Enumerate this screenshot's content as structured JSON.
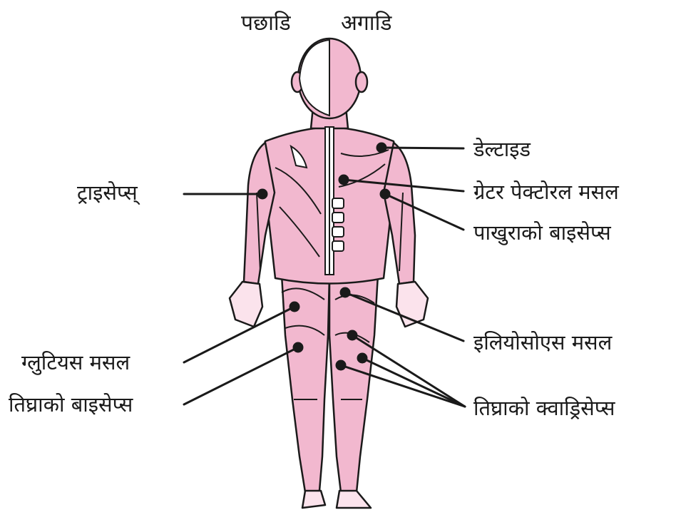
{
  "headers": {
    "back": "पछाडि",
    "front": "अगाडि"
  },
  "labels": {
    "deltoid": "डेल्टाइड",
    "pectoralis": "ग्रेटर पेक्टोरल मसल",
    "biceps_arm": "पाखुराको बाइसेप्स",
    "triceps": "ट्राइसेप्स्",
    "iliopsoas": "इलियोसोएस मसल",
    "gluteus": "ग्लुटियस मसल",
    "hamstring": "तिघ्राको बाइसेप्स",
    "quadriceps": "तिघ्राको क्वाड्रिसेप्स"
  },
  "colors": {
    "muscle": "#f2b8cf",
    "muscle_light": "#fbe3ec",
    "outline": "#1a1a1a"
  }
}
